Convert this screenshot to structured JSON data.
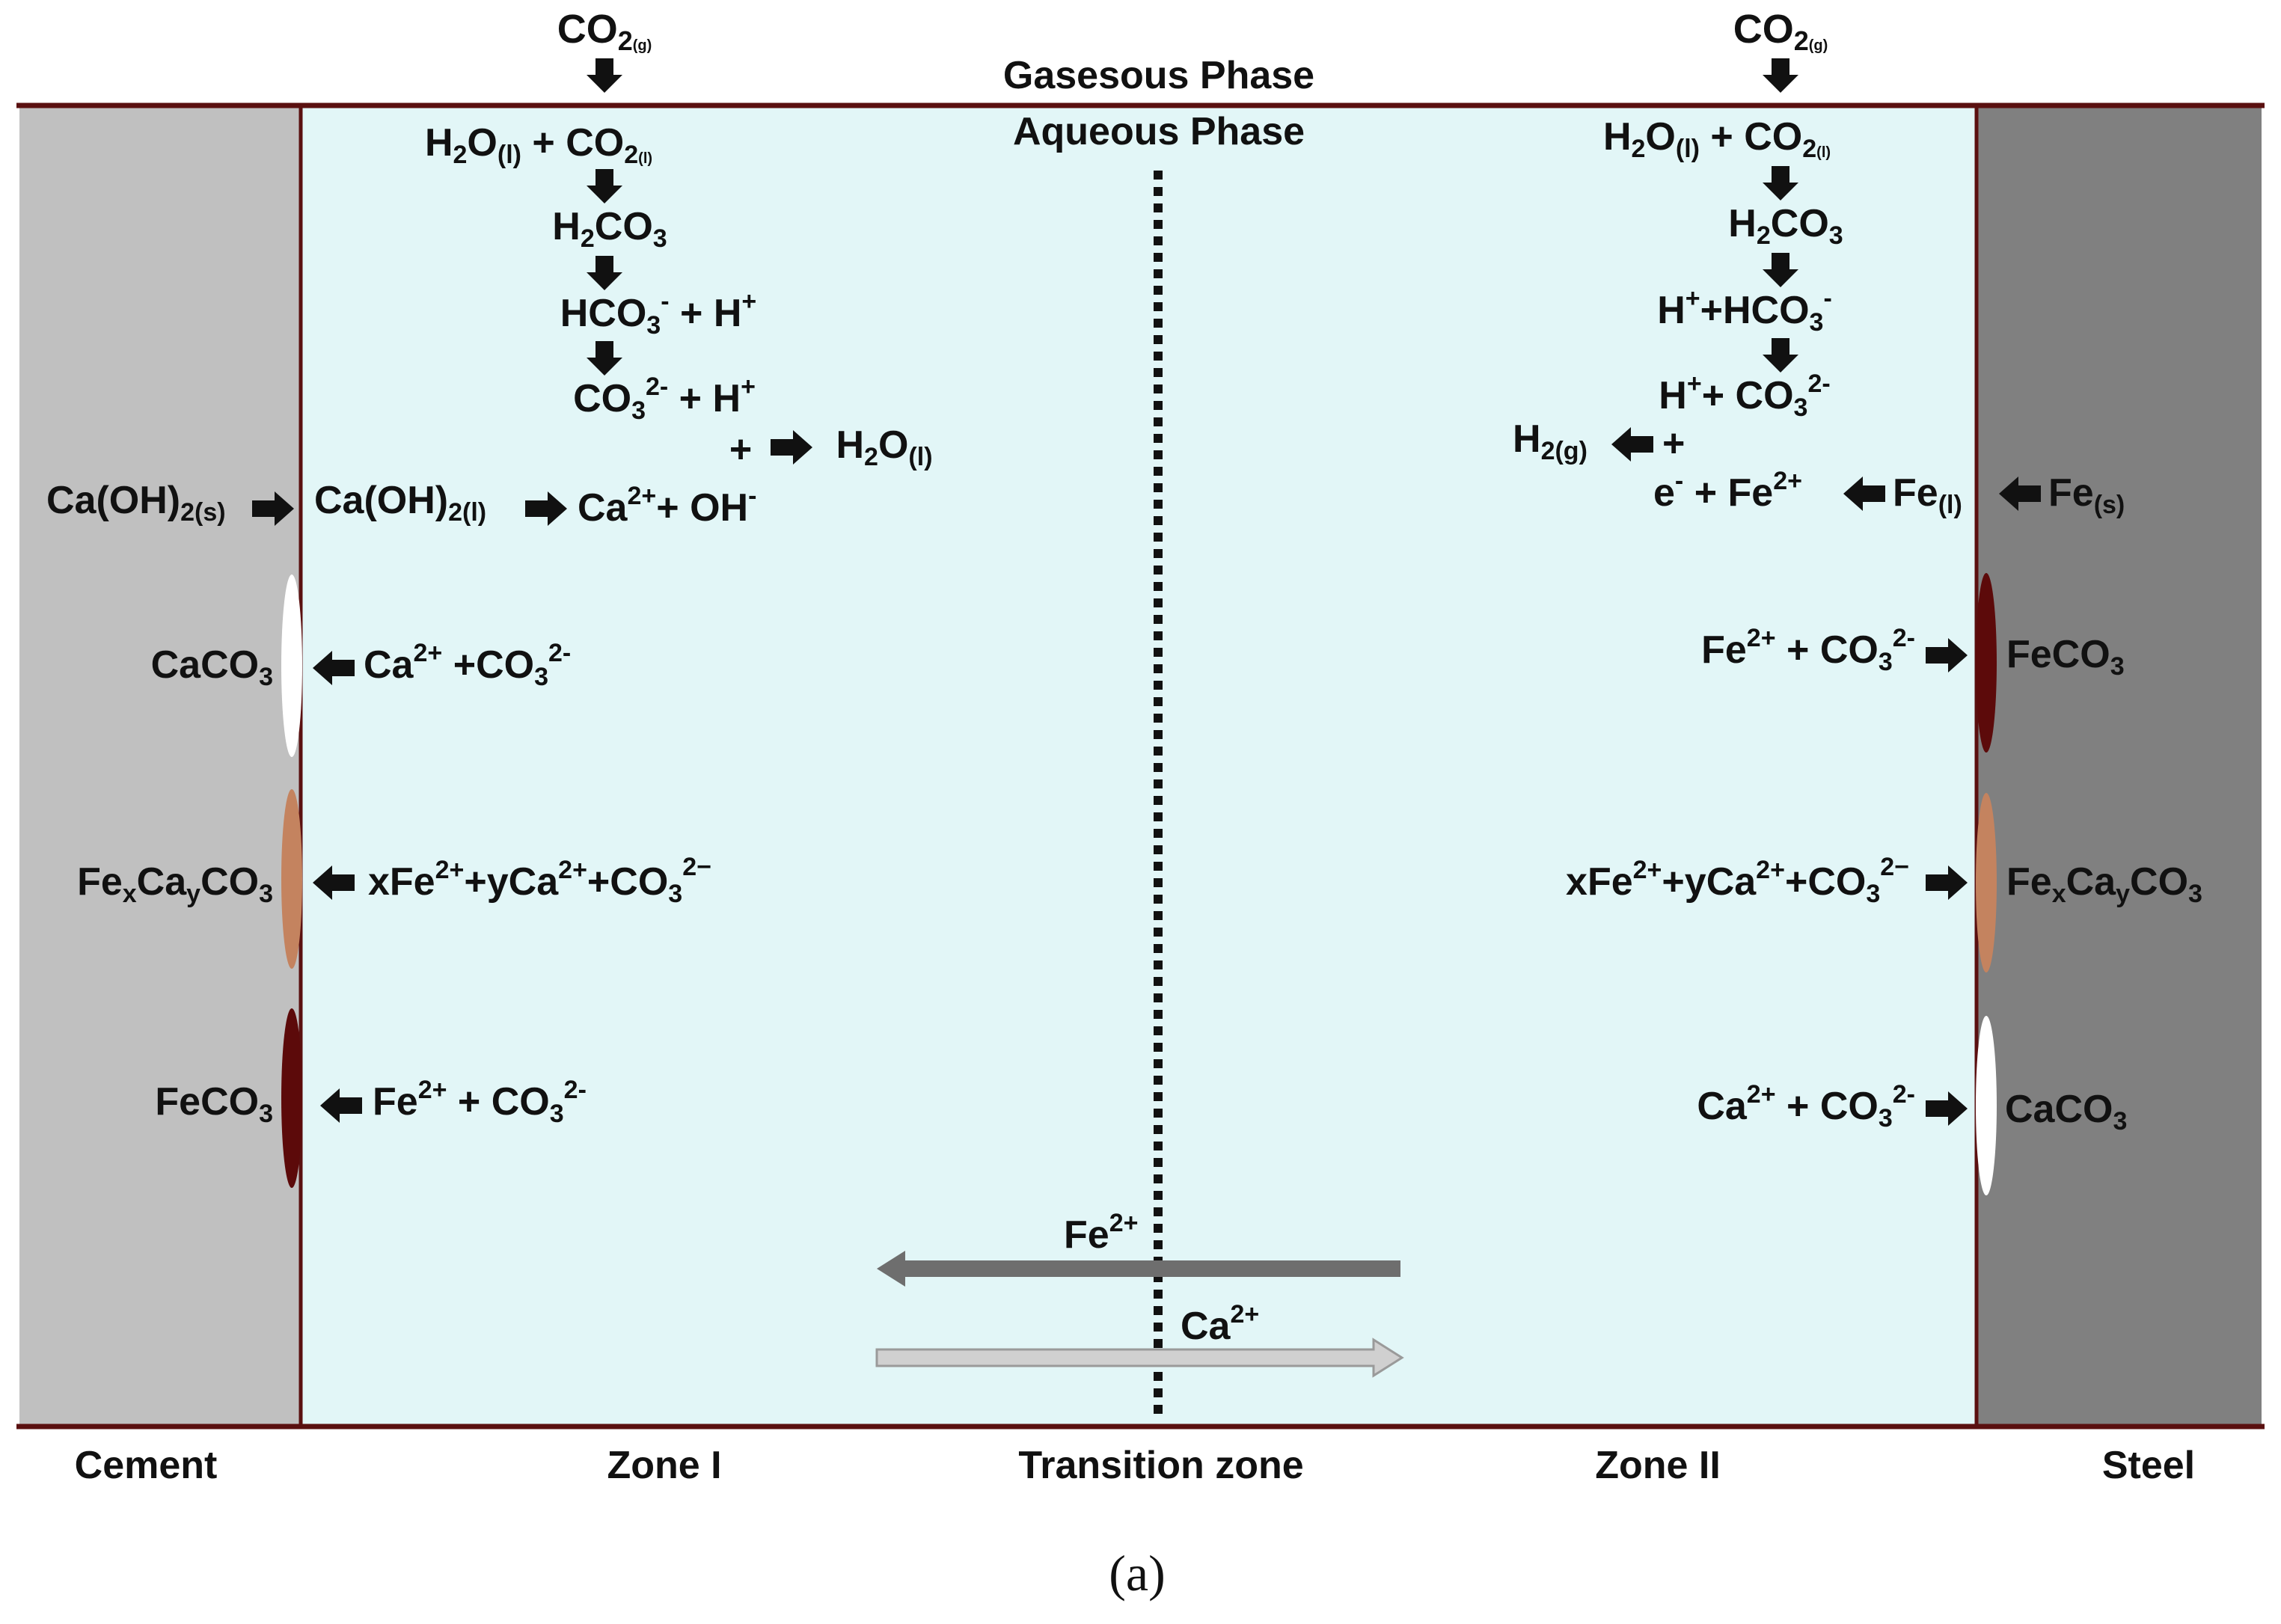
{
  "colors": {
    "cement_bg": "#c0c0c0",
    "steel_bg": "#808080",
    "aqueous_bg": "#e2f6f7",
    "border": "#5a1010",
    "caco3_scale": "#ffffff",
    "fecaco3_scale": "#c4835f",
    "feco3_scale": "#5c0a0a",
    "fe_flux_arrow": "#6e6e6e",
    "ca_flux_arrow": "#d0d0d0"
  },
  "phases": {
    "gaseous": "Gasesous Phase",
    "aqueous": "Aqueous Phase"
  },
  "zones": {
    "cement": "Cement",
    "zone1": "Zone I",
    "transition": "Transition zone",
    "zone2": "Zone II",
    "steel": "Steel"
  },
  "caption": "(a)",
  "species": {
    "CO2": "CO",
    "sub_2": "2",
    "sub_3": "3",
    "sub_g": "(g)",
    "sub_l": "(l)",
    "sub_s": "(s)",
    "sub_2s": "2(s)",
    "sub_2l": "2(l)",
    "sub_x": "x",
    "sub_y": "y",
    "sup_plus": "+",
    "sup_minus": "-",
    "sup_2minus": "2-",
    "sup_2plus": "2+",
    "sup_2minus_alt": "2−",
    "H2O": "H",
    "O": "O",
    "O_l": "O",
    "H2CO3": "H",
    "CO3": "CO",
    "HCO3": "HCO",
    "H": "H",
    "CaOH": "Ca(OH)",
    "Ca": "Ca",
    "Fe": "Fe",
    "OH": "OH",
    "CaCO3": "CaCO",
    "FeCO3": "FeCO",
    "FexCay_Fe": "Fe",
    "FexCay_Ca": "Ca",
    "FexCay_CO": "CO",
    "e": "e",
    "x": "x",
    "y": "y",
    "plus": "+",
    "plus_sp": " + ",
    "H2g": "H",
    "sub_2g": "2(g)"
  },
  "flux": {
    "fe_label": "Fe",
    "ca_label": "Ca",
    "sup": "2+"
  }
}
